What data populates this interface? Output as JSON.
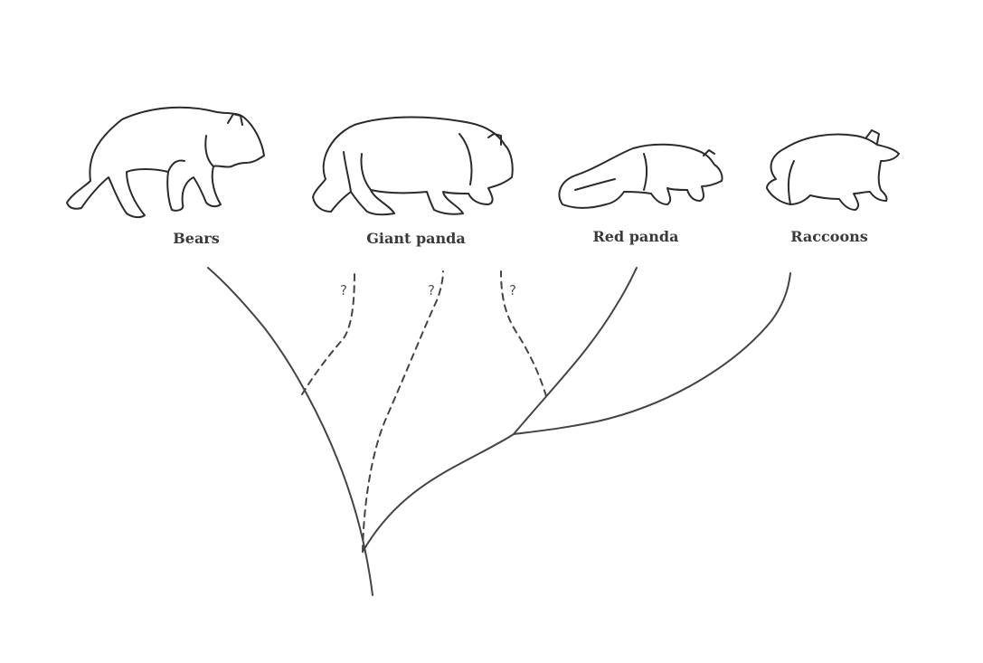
{
  "taxa": [
    {
      "id": "bears",
      "label": "Bears"
    },
    {
      "id": "giant-panda",
      "label": "Giant panda"
    },
    {
      "id": "red-panda",
      "label": "Red panda"
    },
    {
      "id": "raccoons",
      "label": "Raccoons"
    }
  ],
  "uncertain_marks": [
    "?",
    "?",
    "?"
  ],
  "colors": {
    "line": "#444444",
    "label": "#3a3a3a",
    "background": "#ffffff"
  }
}
